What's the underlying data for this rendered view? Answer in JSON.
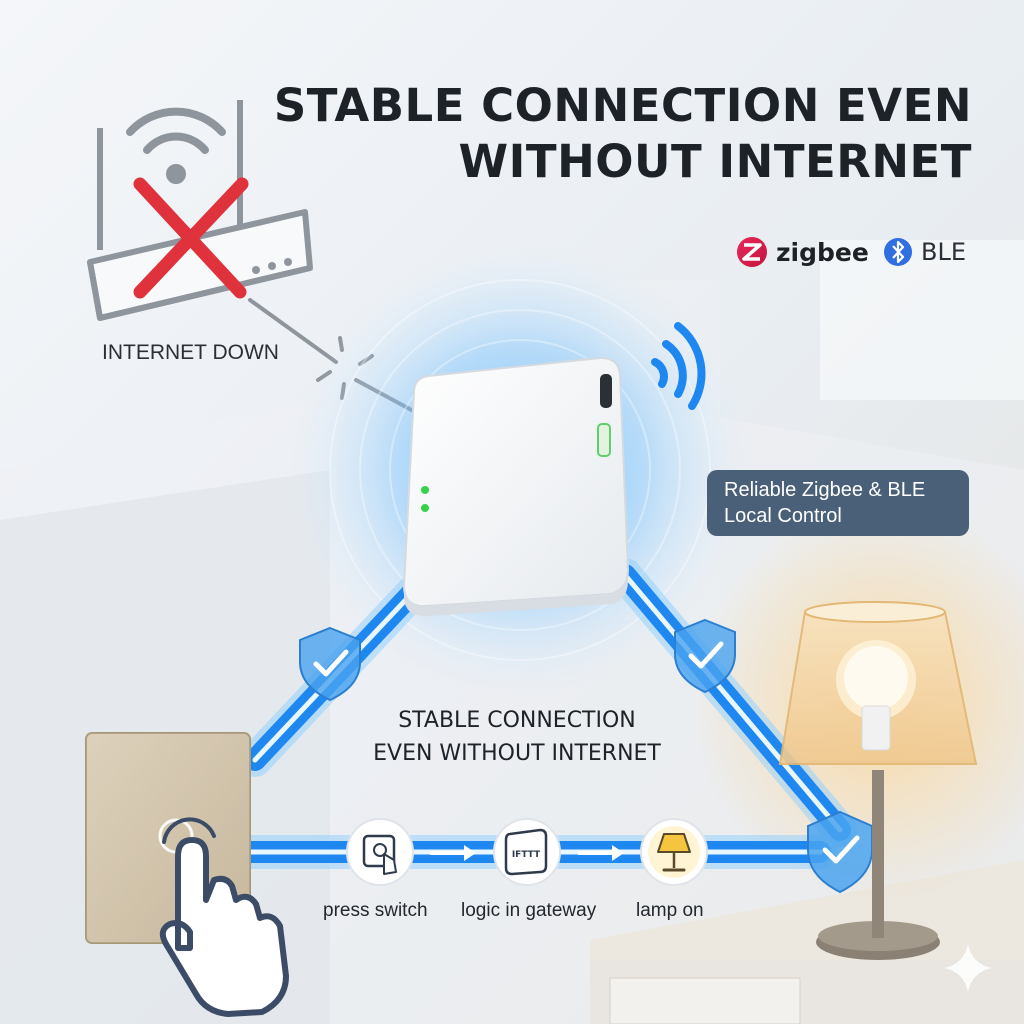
{
  "headline": {
    "line1": "STABLE CONNECTION EVEN",
    "line2": "WITHOUT INTERNET"
  },
  "brands": {
    "zigbee": "zigbee",
    "ble": "BLE"
  },
  "router": {
    "status_label": "INTERNET DOWN"
  },
  "callout": {
    "line1": "Reliable Zigbee & BLE",
    "line2": "Local Control"
  },
  "caption": {
    "line1": "STABLE CONNECTION",
    "line2": "EVEN WITHOUT INTERNET"
  },
  "steps": [
    {
      "icon": "touch-switch-icon",
      "label": "press switch"
    },
    {
      "icon": "ifttt-gateway-icon",
      "badge": "IFTTT",
      "label": "logic in gateway"
    },
    {
      "icon": "lamp-icon",
      "label": "lamp on"
    }
  ],
  "colors": {
    "beam": "#1e88f0",
    "beam_glow": "#8fd0ff",
    "no_internet_cross": "#e0323c",
    "led": "#35d24a",
    "callout_bg": "#4a6078",
    "lamp_glow": "#ffd38a"
  }
}
